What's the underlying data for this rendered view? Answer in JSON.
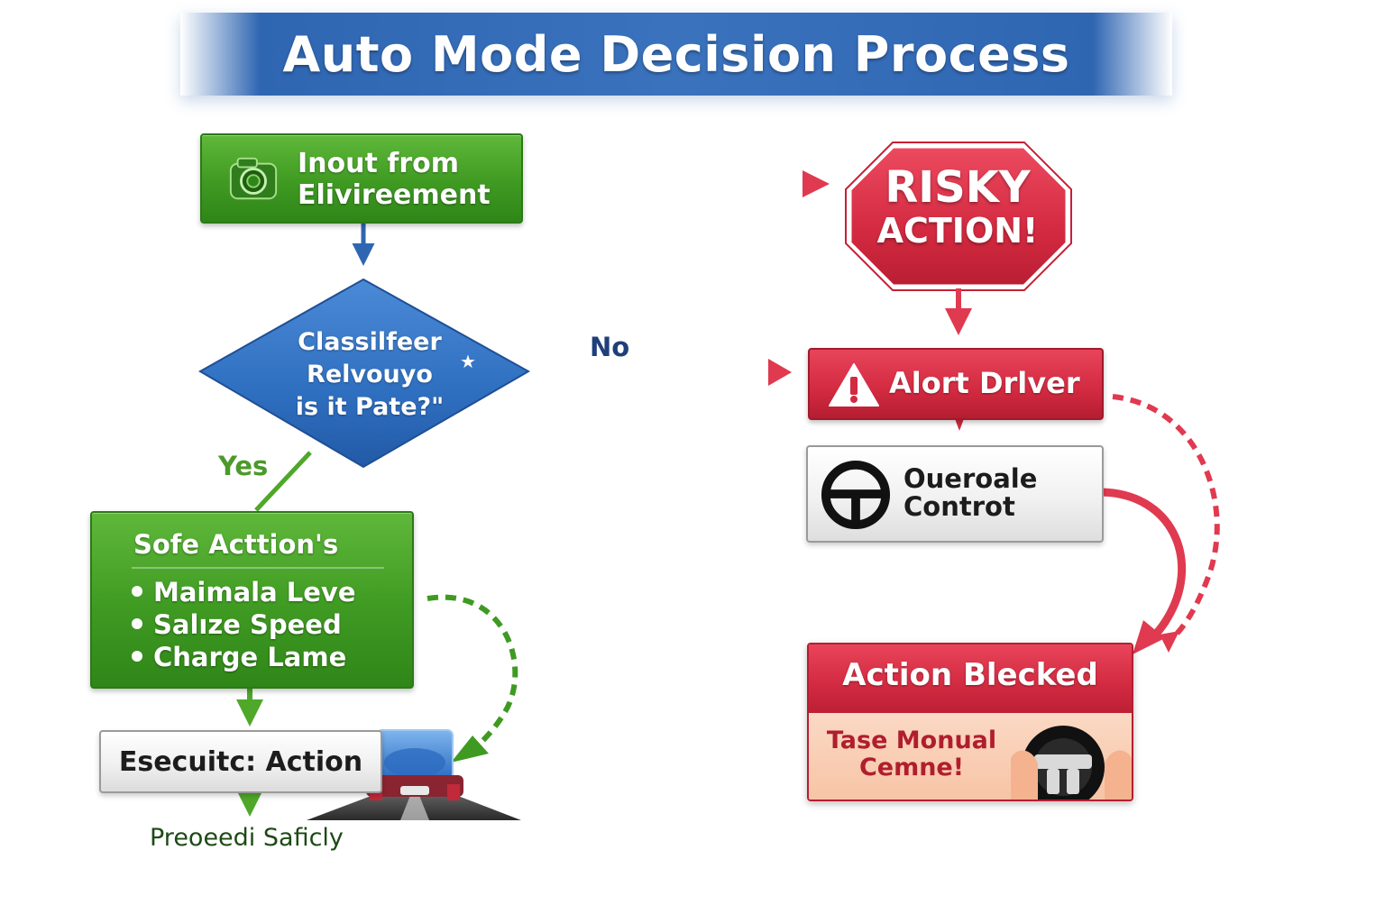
{
  "title": "Auto Mode Decision Process",
  "nodes": {
    "input": {
      "label_line1": "Inout from",
      "label_line2": "Elivireement",
      "icon": "camera-icon"
    },
    "classifier": {
      "line1": "Classilfeer",
      "line2": "Relvouyo",
      "line3": "is it Pate?\""
    },
    "safe_actions": {
      "title": "Sofe Acttion's",
      "items": [
        "Maimala Leve",
        "Salıze Speed",
        "Charge Lame"
      ]
    },
    "execute": {
      "label": "Esecuitc: Action",
      "icon": "road-car-scene"
    },
    "proceed": {
      "label": "Preoeedi Saficly"
    },
    "risky": {
      "line1": "RISKY",
      "line2": "ACTION!",
      "shape": "stop-sign"
    },
    "alert": {
      "label": "Alort Drlver",
      "icon": "warning-icon"
    },
    "override": {
      "line1": "Oueroale",
      "line2": "Controt",
      "icon": "steering-wheel-icon"
    },
    "blocked": {
      "title": "Action Blecked",
      "sub_line1": "Tase Monual",
      "sub_line2": "Cemne!",
      "icon": "hands-on-wheel-icon"
    }
  },
  "edges": {
    "no_label": "No",
    "yes_label": "Yes"
  },
  "colors": {
    "title_blue": "#2f66b2",
    "safe_green": "#3f9a22",
    "danger_red": "#d22a40",
    "diamond_blue": "#2f6fc0",
    "peach": "#f7c4a6"
  }
}
